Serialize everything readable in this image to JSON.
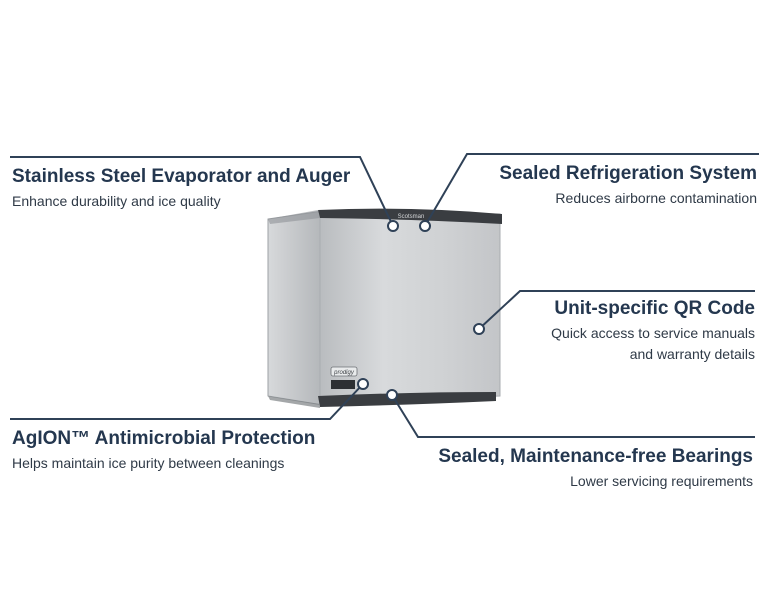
{
  "product": {
    "brand_plate": "Scotsman",
    "badge": "prodigy"
  },
  "callouts": [
    {
      "title": "Stainless Steel Evaporator and Auger",
      "sub": [
        "Enhance durability and ice quality"
      ]
    },
    {
      "title": "Sealed Refrigeration System",
      "sub": [
        "Reduces airborne contamination"
      ]
    },
    {
      "title": "Unit-specific QR Code",
      "sub": [
        "Quick access to service manuals",
        "and warranty details"
      ]
    },
    {
      "title": "AgION™ Antimicrobial Protection",
      "sub": [
        "Helps maintain ice purity between cleanings"
      ]
    },
    {
      "title": "Sealed, Maintenance-free Bearings",
      "sub": [
        "Lower servicing requirements"
      ]
    }
  ],
  "colors": {
    "heading": "#24374f",
    "leader_line": "#2f4157",
    "steel": "#c9cbcd"
  }
}
